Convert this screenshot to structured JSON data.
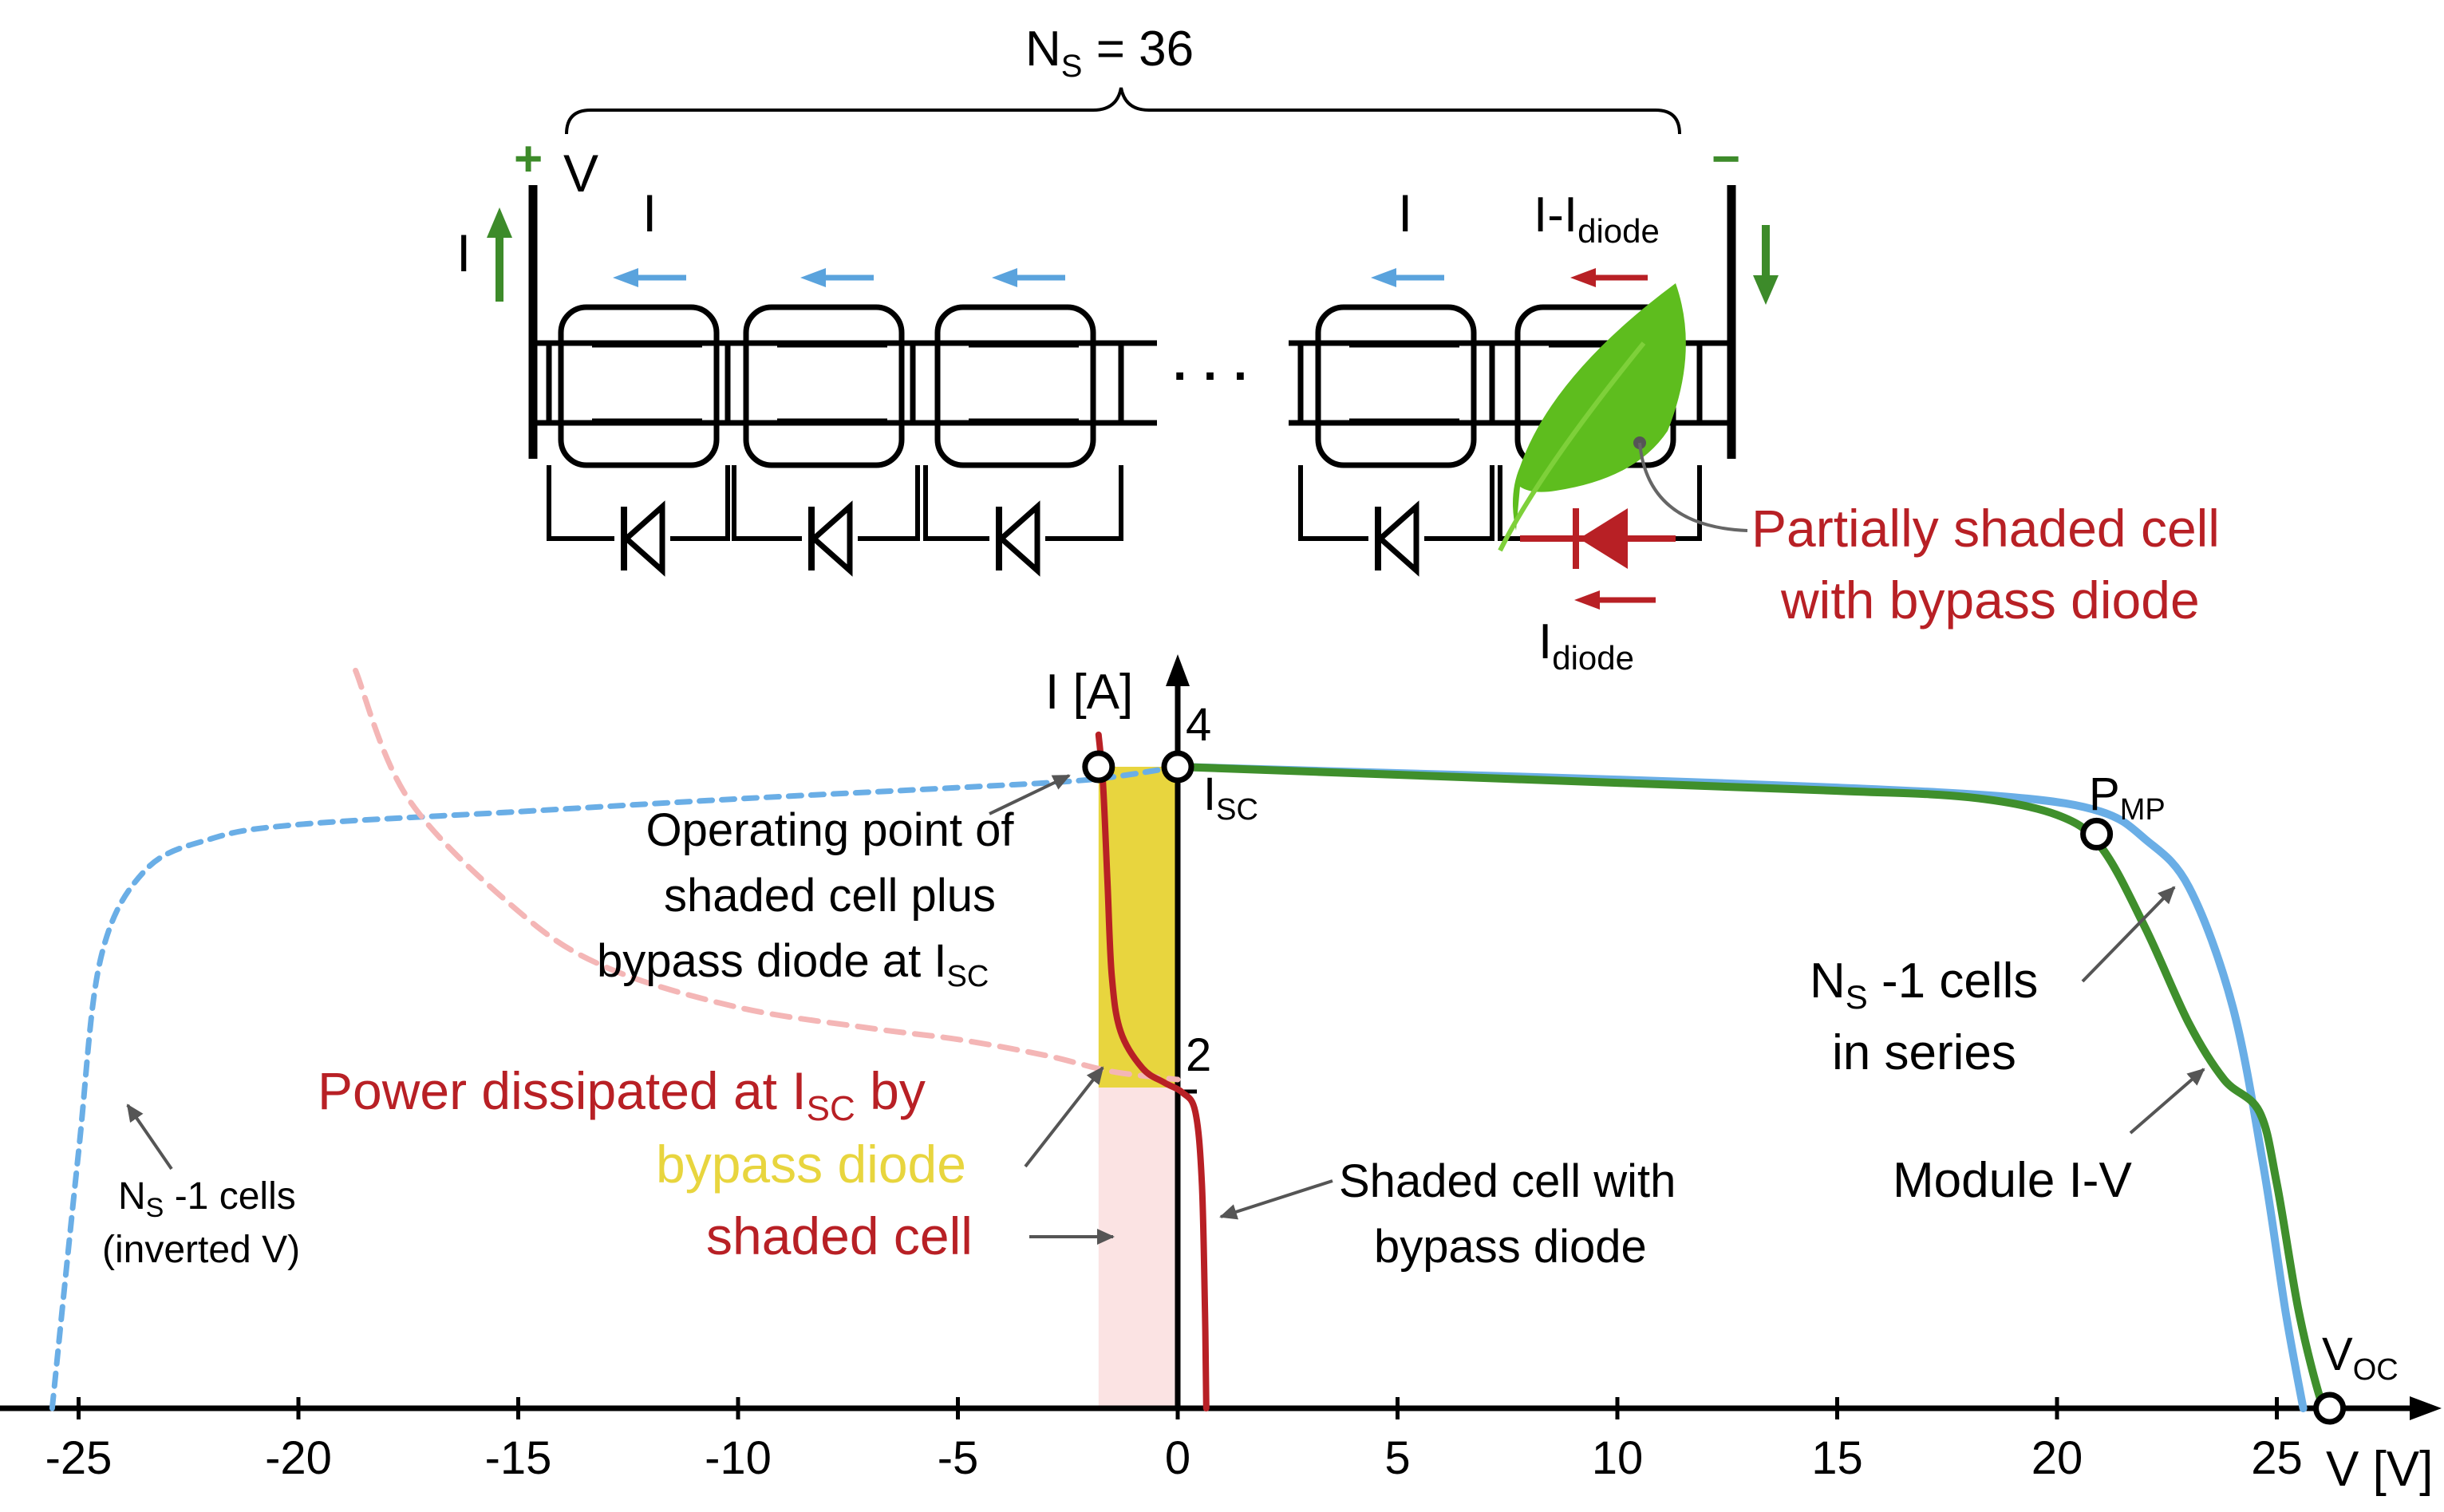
{
  "colors": {
    "black": "#000000",
    "green": "#3d8b2a",
    "blue_arrow": "#5aa3dd",
    "red": "#b82025",
    "module_blue": "#6aaee6",
    "module_green": "#3f8f2c",
    "pink": "#f4b6b6",
    "yellow": "#e8d53e",
    "leaf": "#5ebd1e",
    "pink_fill": "#fbe3e3"
  },
  "circuit": {
    "ns_label": "N",
    "ns_sub": "S",
    "ns_value": " = 36",
    "plus": "+",
    "minus": "−",
    "v_label": "V",
    "i_left": "I",
    "i_string_1": "I",
    "i_string_2": "I",
    "i_minus_prefix": "I-I",
    "i_minus_sub": "diode",
    "idiode_main": "I",
    "idiode_sub": "diode",
    "dots": "· · ·",
    "shaded_label_line1": "Partially shaded cell",
    "shaded_label_line2": "with bypass diode",
    "icons": [
      "solar-cell-icon",
      "diode-icon",
      "leaf-icon",
      "arrow-icon"
    ]
  },
  "chart_data": {
    "type": "line",
    "xlabel": "V [V]",
    "ylabel": "I [A]",
    "x_ticks": [
      -25,
      -20,
      -15,
      -10,
      -5,
      0,
      5,
      10,
      15,
      20,
      25
    ],
    "y_tick_labels": [
      "4",
      "2"
    ],
    "isc_label": "I",
    "isc_sub": "SC",
    "pmp_label": "P",
    "pmp_sub": "MP",
    "voc_label": "V",
    "voc_sub": "OC",
    "series": [
      {
        "name": "Module I-V",
        "points": [
          [
            0,
            4
          ],
          [
            5,
            3.95
          ],
          [
            10,
            3.9
          ],
          [
            15,
            3.85
          ],
          [
            18,
            3.81
          ],
          [
            20,
            3.7
          ],
          [
            21,
            3.5
          ],
          [
            22,
            3.0
          ],
          [
            23,
            2.4
          ],
          [
            23.8,
            2.05
          ],
          [
            24.6,
            1.85
          ],
          [
            25,
            1.4
          ],
          [
            25.5,
            0.6
          ],
          [
            26,
            0.05
          ],
          [
            26.2,
            0
          ]
        ]
      },
      {
        "name": "N -1 cells in series",
        "points": [
          [
            0,
            4
          ],
          [
            5,
            3.96
          ],
          [
            10,
            3.92
          ],
          [
            15,
            3.87
          ],
          [
            19,
            3.81
          ],
          [
            21,
            3.72
          ],
          [
            22,
            3.55
          ],
          [
            23,
            3.25
          ],
          [
            24,
            2.5
          ],
          [
            24.7,
            1.5
          ],
          [
            25.2,
            0.6
          ],
          [
            25.6,
            0
          ]
        ]
      },
      {
        "name": "N -1 cells (inverted V)",
        "points": [
          [
            -25.6,
            0
          ],
          [
            -25,
            1.6
          ],
          [
            -24.5,
            2.8
          ],
          [
            -23.5,
            3.35
          ],
          [
            -22,
            3.55
          ],
          [
            -20,
            3.64
          ],
          [
            -15,
            3.72
          ],
          [
            -10,
            3.8
          ],
          [
            -5,
            3.87
          ],
          [
            -2,
            3.92
          ],
          [
            0,
            4
          ]
        ]
      },
      {
        "name": "Shaded cell with bypass diode",
        "points": [
          [
            -1.8,
            4.2
          ],
          [
            -1.7,
            3.9
          ],
          [
            -1.6,
            3.3
          ],
          [
            -1.5,
            2.7
          ],
          [
            -1.3,
            2.35
          ],
          [
            -0.8,
            2.12
          ],
          [
            -0.3,
            2.03
          ],
          [
            0.1,
            1.97
          ],
          [
            0.4,
            1.85
          ],
          [
            0.55,
            1.4
          ],
          [
            0.62,
            0.6
          ],
          [
            0.65,
            0
          ]
        ]
      },
      {
        "name": "inverted shaded cell curve",
        "points": [
          [
            -18.7,
            4.6
          ],
          [
            -17.5,
            3.8
          ],
          [
            -15,
            3.1
          ],
          [
            -13,
            2.75
          ],
          [
            -10,
            2.5
          ],
          [
            -7,
            2.37
          ],
          [
            -5,
            2.3
          ],
          [
            -3,
            2.2
          ],
          [
            -1.5,
            2.1
          ],
          [
            0,
            2.05
          ]
        ]
      }
    ],
    "markers": [
      {
        "name": "operating-point",
        "x": -1.8,
        "y": 4.0
      },
      {
        "name": "isc-point",
        "x": 0,
        "y": 4.0
      },
      {
        "name": "pmp-point",
        "x": 20.9,
        "y": 3.58
      },
      {
        "name": "voc-point",
        "x": 26.2,
        "y": 0
      }
    ],
    "annotations": {
      "operating_point": [
        "Operating point of",
        "shaded cell plus",
        "bypass diode at I"
      ],
      "operating_point_sub": "SC",
      "power_line1_a": "Power dissipated at I",
      "power_line1_sub": "SC",
      "power_line1_b": " by",
      "power_line2": "bypass diode",
      "power_line3": "shaded cell",
      "shaded_cell": [
        "Shaded cell with",
        "bypass diode"
      ],
      "ns_series_1": "N",
      "ns_series_sub": "S",
      "ns_series_rest": " -1 cells",
      "ns_series_2": "in series",
      "module_iv": "Module I-V",
      "ns_inv_1": "N",
      "ns_inv_sub": "S",
      "ns_inv_rest": " -1 cells",
      "ns_inv_2": "(inverted V)"
    }
  }
}
